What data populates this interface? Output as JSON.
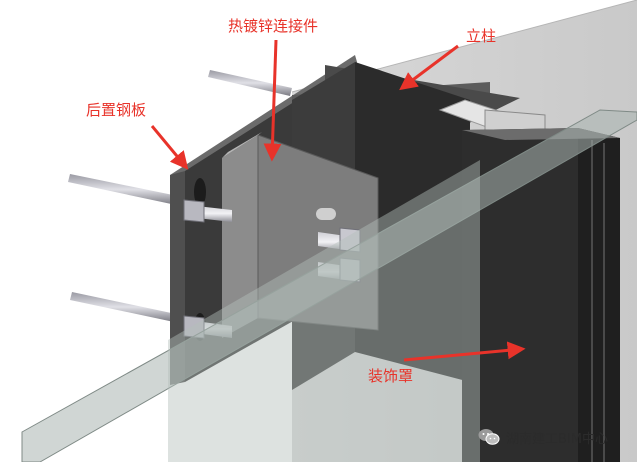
{
  "labels": {
    "connector": "热镀锌连接件",
    "column": "立柱",
    "back_plate": "后置钢板",
    "decorative_cover": "装饰罩"
  },
  "watermark": {
    "text": "湖南建工BIM中心",
    "icon": "wechat-icon"
  },
  "colors": {
    "label_red": "#e8332a",
    "arrow_red": "#e8332a",
    "dark_panel": "#2f2f2f",
    "glass": "#a9b4b0"
  }
}
